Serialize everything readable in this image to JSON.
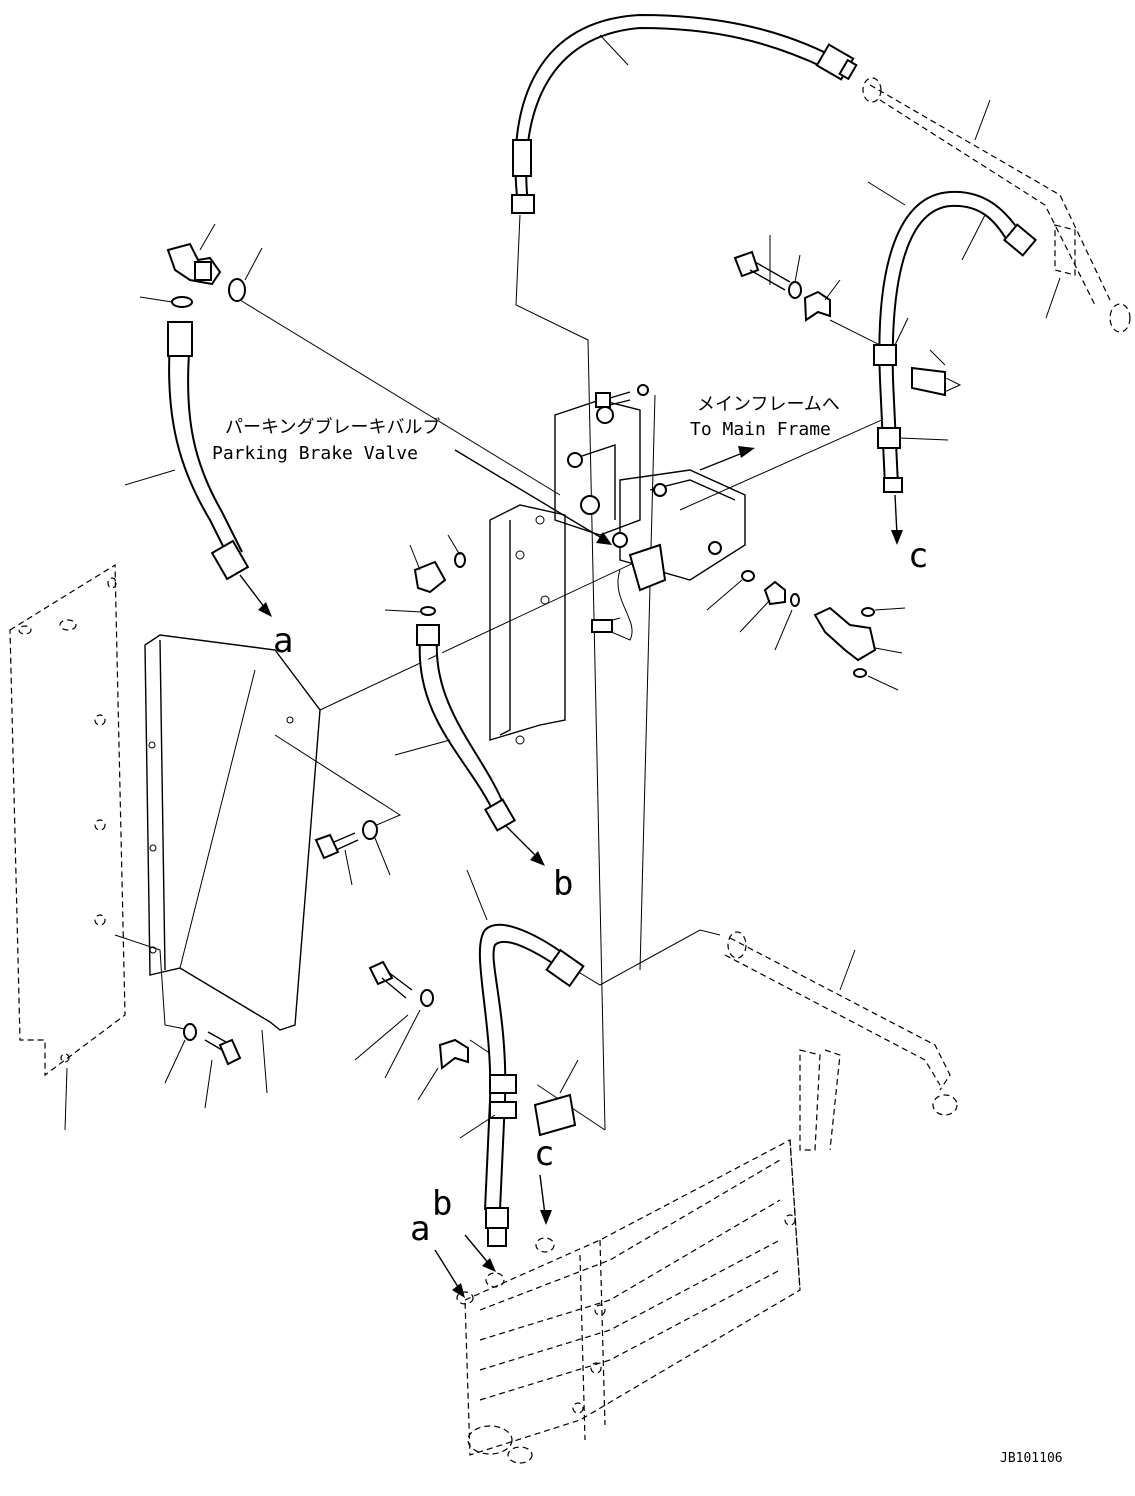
{
  "labels": {
    "parking_brake_jp": "パーキングブレーキバルブ",
    "parking_brake_en": "Parking Brake Valve",
    "main_frame_jp": "メインフレームへ",
    "main_frame_en": "To Main Frame",
    "conn_a_top": "a",
    "conn_b_mid": "b",
    "conn_c_right": "c",
    "conn_a_bottom": "a",
    "conn_b_bottom": "b",
    "conn_c_bottom": "c",
    "drawing_code": "JB101106"
  }
}
